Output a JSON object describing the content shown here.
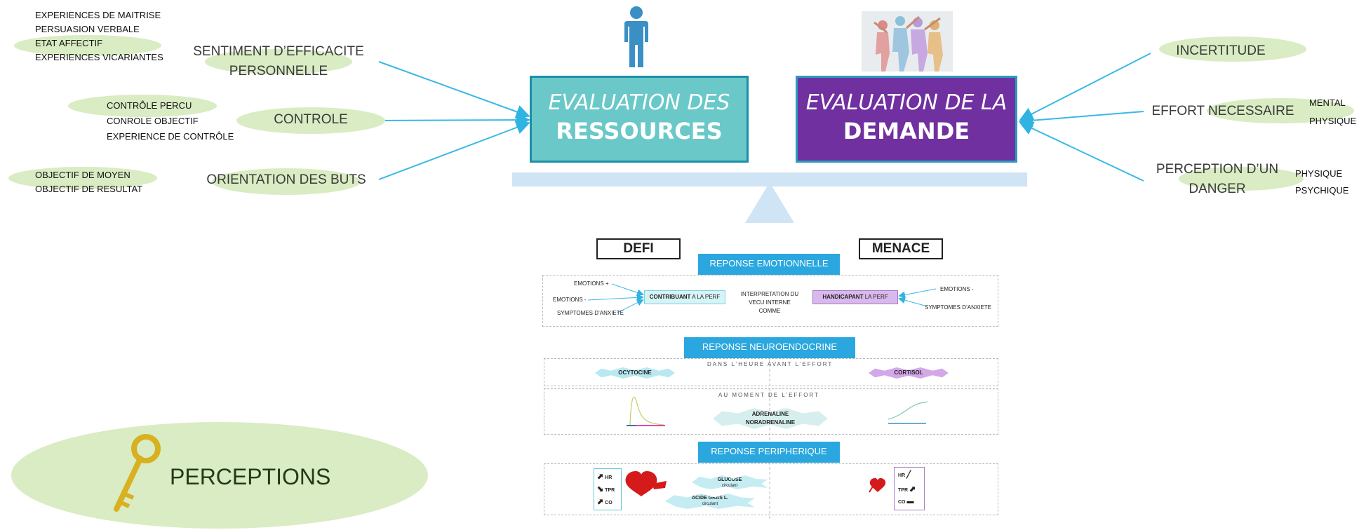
{
  "left": {
    "efficacite": {
      "sources": [
        "EXPERIENCES DE MAITRISE",
        "PERSUASION VERBALE",
        "ETAT AFFECTIF",
        "EXPERIENCES VICARIANTES"
      ],
      "label_line1": "SENTIMENT D’EFFICACITE",
      "label_line2": "PERSONNELLE"
    },
    "controle": {
      "sources": [
        "CONTRÔLE PERCU",
        "CONROLE OBJECTIF",
        "EXPERIENCE DE CONTRÔLE"
      ],
      "label": "CONTROLE"
    },
    "buts": {
      "sources": [
        "OBJECTIF DE MOYEN",
        "OBJECTIF DE RESULTAT"
      ],
      "label": "ORIENTATION DES BUTS"
    }
  },
  "ressources": {
    "line1": "EVALUATION DES",
    "line2": "RESSOURCES",
    "color": "#6ac8c8"
  },
  "demande": {
    "line1": "EVALUATION DE LA",
    "line2": "DEMANDE",
    "color": "#7030a0"
  },
  "right": {
    "incertitude": "INCERTITUDE",
    "effort": {
      "label": "EFFORT NECESSAIRE",
      "types": [
        "MENTAL",
        "PHYSIQUE"
      ]
    },
    "danger": {
      "line1": "PERCEPTION D’UN",
      "line2": "DANGER",
      "types": [
        "PHYSIQUE",
        "PSYCHIQUE"
      ]
    }
  },
  "defi": "DEFI",
  "menace": "MENACE",
  "emotion": {
    "header": "REPONSE EMOTIONNELLE",
    "left_items": [
      "EMOTIONS +",
      "EMOTIONS -",
      "SYMPTOMES D’ANXIETE"
    ],
    "contribuant_bold": "CONTRIBUANT",
    "contribuant_rest": "A LA PERF",
    "center": [
      "INTERPRETATION DU",
      "VECU INTERNE",
      "COMME"
    ],
    "handicapant_bold": "HANDICAPANT",
    "handicapant_rest": "LA PERF",
    "right_items": [
      "EMOTIONS -",
      "SYMPTOMES D’ANXIETE"
    ]
  },
  "neuro": {
    "header": "REPONSE NEUROENDOCRINE",
    "before_label": "DANS L’HEURE AVANT L’EFFORT",
    "ocytocine": "OCYTOCINE",
    "cortisol": "CORTISOL",
    "moment_label": "AU MOMENT DE L’EFFORT",
    "adrenaline": "ADRENALINE",
    "noradrenaline": "NORADRENALINE"
  },
  "peripherique": {
    "header": "REPONSE PERIPHERIQUE",
    "left_vars": [
      "HR",
      "TPR",
      "CO"
    ],
    "right_vars": [
      "HR",
      "TPR",
      "CO"
    ],
    "glucose": "GLUCOSE",
    "glucose_sub": "circulant",
    "acide": "ACIDE GRAS L.",
    "acide_sub": "circulant"
  },
  "key_label": "PERCEPTIONS",
  "colors": {
    "green_ellipse": "#d9ecc3",
    "arrow_blue": "#3ab8e6",
    "header_blue": "#2aa7df",
    "balance": "#cfe4f5"
  }
}
